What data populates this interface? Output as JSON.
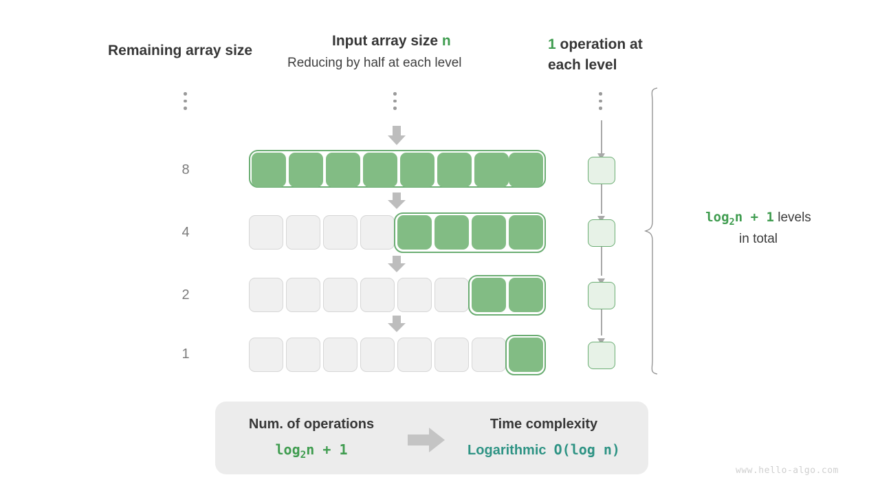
{
  "headers": {
    "left": "Remaining array size",
    "middle_title_prefix": "Input array size ",
    "middle_title_var": "n",
    "middle_subtitle": "Reducing by half at each level",
    "right_count": "1",
    "right_line1": " operation at",
    "right_line2": "each level"
  },
  "ellipsis": {
    "left": "vertical-ellipsis",
    "middle": "vertical-ellipsis",
    "right": "vertical-ellipsis"
  },
  "levels": [
    {
      "size_label": "8",
      "total_cells": 8,
      "filled_cells": 8,
      "operations": 1
    },
    {
      "size_label": "4",
      "total_cells": 8,
      "filled_cells": 4,
      "operations": 1
    },
    {
      "size_label": "2",
      "total_cells": 8,
      "filled_cells": 2,
      "operations": 1
    },
    {
      "size_label": "1",
      "total_cells": 8,
      "filled_cells": 1,
      "operations": 1
    }
  ],
  "annotation": {
    "formula": "log₂n + 1",
    "formula_base": "log",
    "formula_sub": "2",
    "formula_rest": "n + 1",
    "text_inline": " levels",
    "text_second_line": "in total"
  },
  "summary": {
    "left_title": "Num. of operations",
    "left_value_base": "log",
    "left_value_sub": "2",
    "left_value_rest": "n + 1",
    "arrow": "right-arrow",
    "right_title": "Time complexity",
    "right_value_word": "Logarithmic",
    "right_value_bigo": "O(log n)"
  },
  "watermark": "www.hello-algo.com",
  "colors": {
    "accent_green": "#3f9c4f",
    "cell_green": "#82bc84",
    "frame_green": "#6aad72",
    "op_box_fill": "#e7f2e7",
    "empty_cell": "#f0f0f0",
    "teal": "#2e9384",
    "panel_gray": "#ececec",
    "arrow_gray": "#c4c4c4"
  }
}
